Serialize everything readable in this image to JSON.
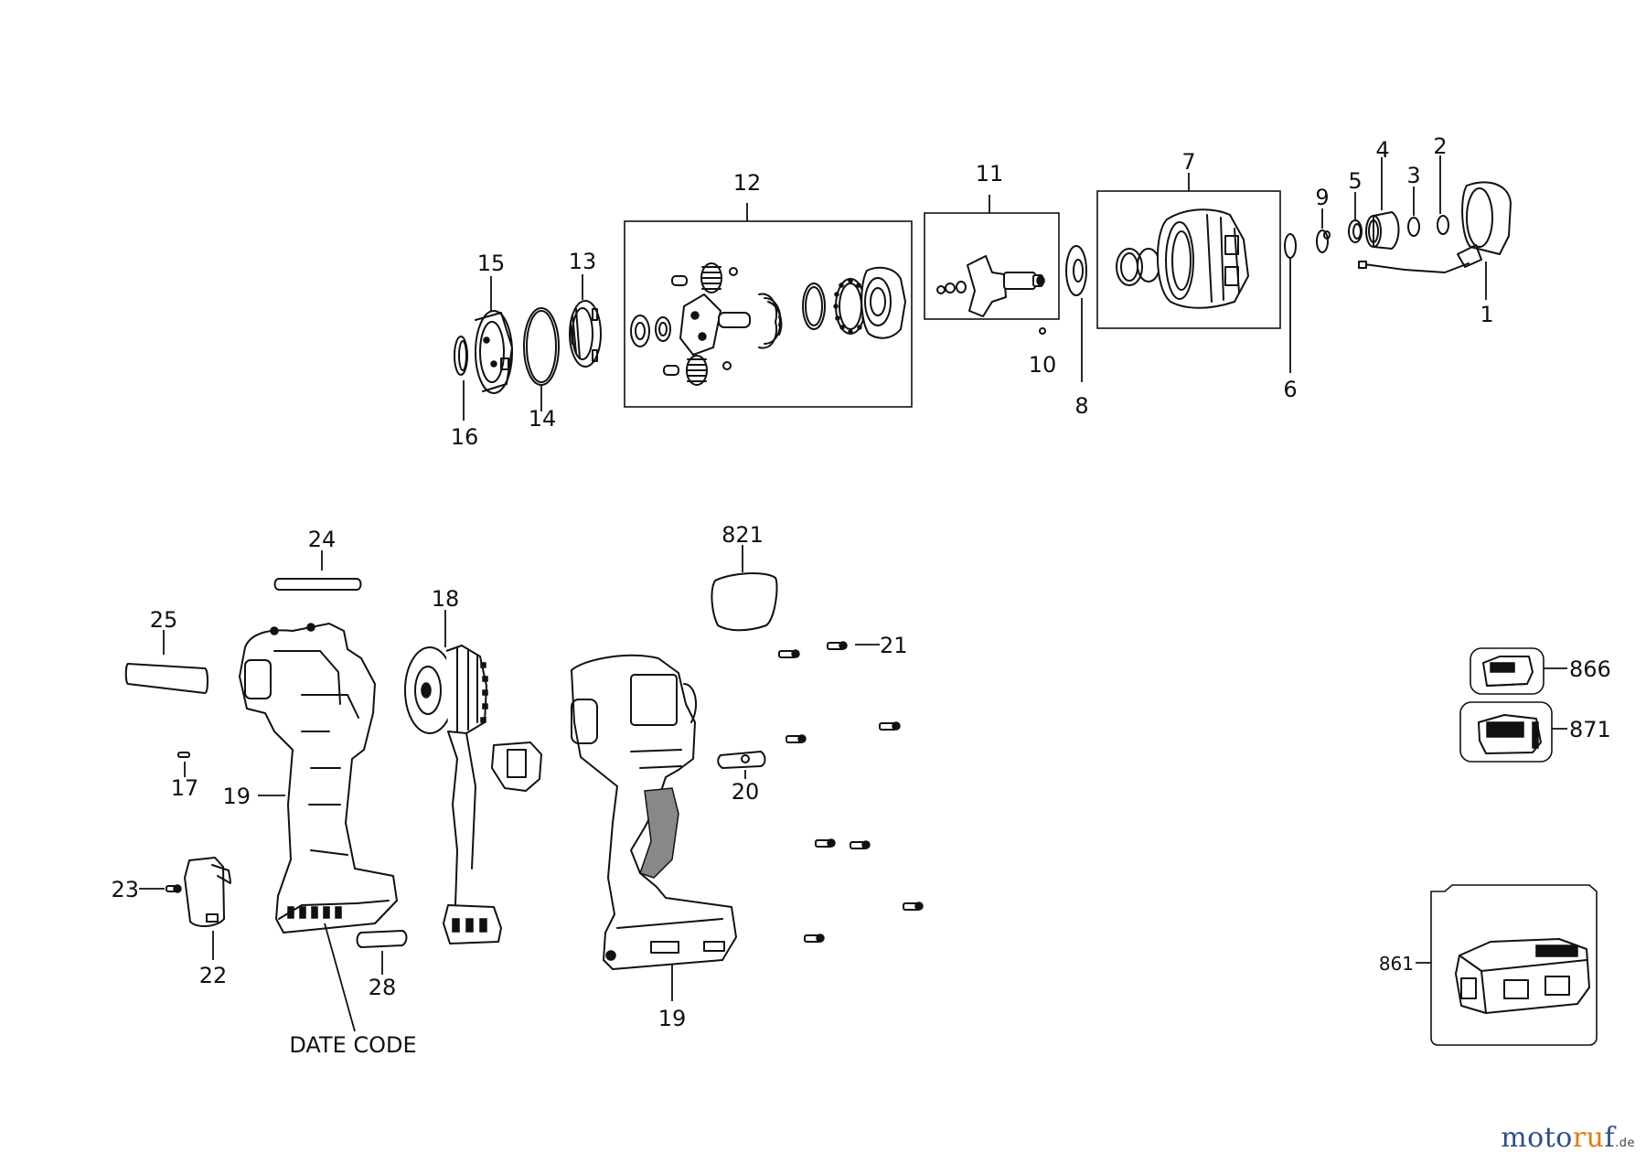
{
  "callouts": {
    "p1": "1",
    "p2": "2",
    "p3": "3",
    "p4": "4",
    "p5": "5",
    "p6": "6",
    "p7": "7",
    "p8": "8",
    "p9": "9",
    "p10": "10",
    "p11": "11",
    "p12": "12",
    "p13": "13",
    "p14": "14",
    "p15": "15",
    "p16": "16",
    "p17": "17",
    "p18": "18",
    "p19a": "19",
    "p19b": "19",
    "p20": "20",
    "p21": "21",
    "p22": "22",
    "p23": "23",
    "p24": "24",
    "p25": "25",
    "p28": "28",
    "p821": "821",
    "p861": "861",
    "p866": "866",
    "p871": "871"
  },
  "date_code_label": "DATE CODE",
  "watermark": {
    "part1": "moto",
    "part2": "ru",
    "part3": "f",
    "tld": ".de"
  }
}
